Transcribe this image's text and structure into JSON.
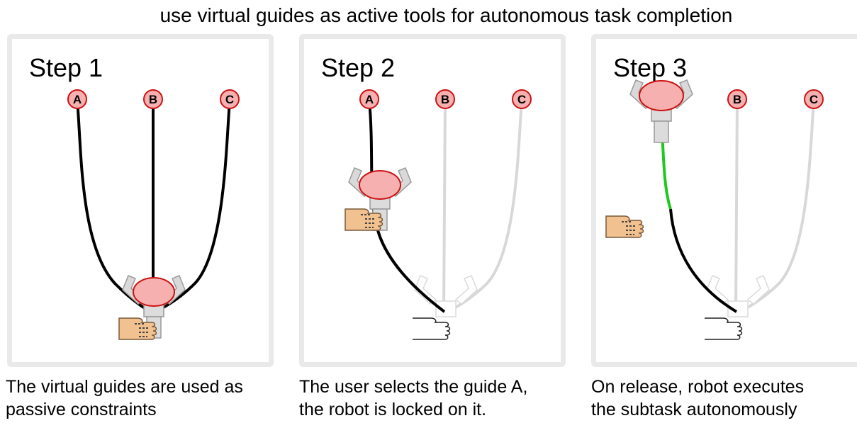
{
  "title": "use virtual guides as active tools for autonomous task completion",
  "panels": [
    {
      "step": "Step 1",
      "caption_line1": "The virtual guides are used as",
      "caption_line2": "passive constraints"
    },
    {
      "step": "Step 2",
      "caption_line1": "The user selects the guide A,",
      "caption_line2": "the robot is locked on it."
    },
    {
      "step": "Step 3",
      "caption_line1": "On release, robot executes",
      "caption_line2": "the subtask autonomously"
    }
  ],
  "nodes": [
    "A",
    "B",
    "C"
  ],
  "colors": {
    "guide": "#000000",
    "inactive_guide": "#d8d8d8",
    "autonomous_guide": "#1ec81e",
    "node_fill": "#f6b0b0",
    "node_stroke": "#cc1111"
  }
}
